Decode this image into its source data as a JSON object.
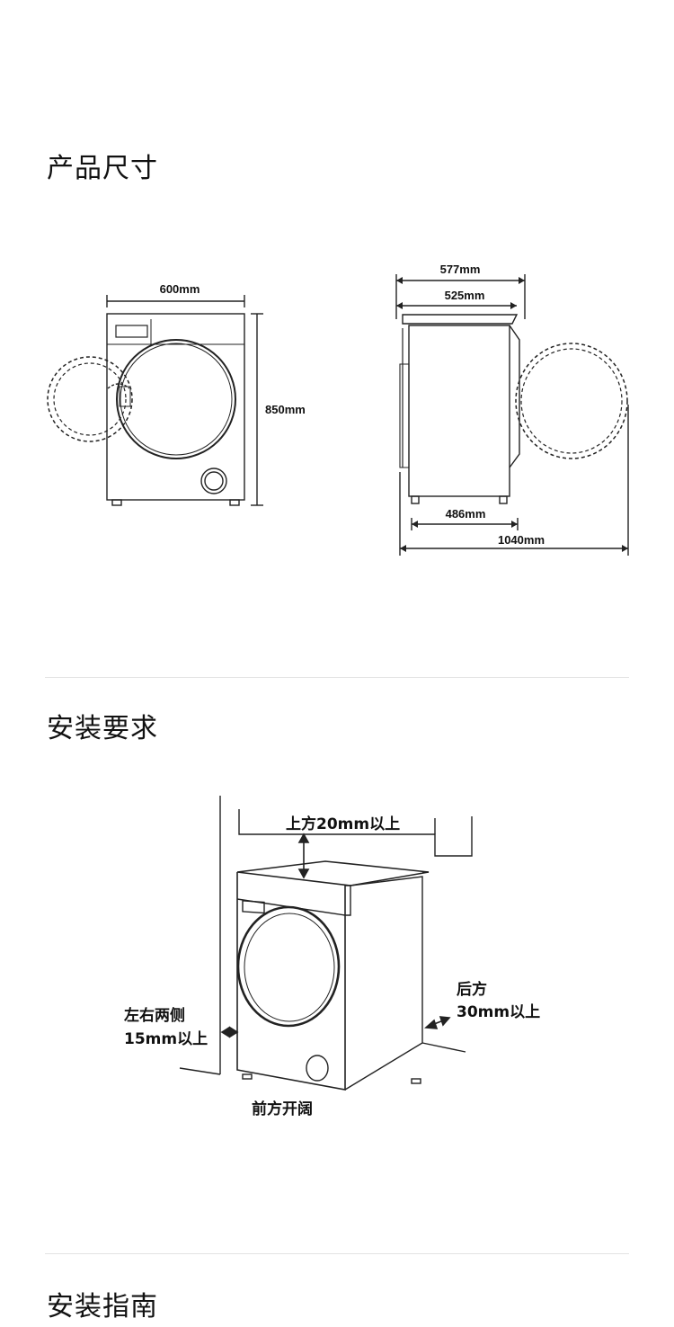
{
  "sections": {
    "dimensions": {
      "title": "产品尺寸"
    },
    "install_req": {
      "title": "安装要求"
    },
    "install_guide": {
      "title": "安装指南"
    }
  },
  "front_view": {
    "width_label": "600mm",
    "height_label": "850mm"
  },
  "side_view": {
    "top_outer_label": "577mm",
    "top_inner_label": "525mm",
    "base_label": "486mm",
    "total_depth_label": "1040mm"
  },
  "clearance": {
    "top": "上方20mm以上",
    "rear_line1": "后方",
    "rear_line2": "30mm以上",
    "sides_line1": "左右两侧",
    "sides_line2": "15mm以上",
    "front": "前方开阔"
  },
  "colors": {
    "line": "#222222",
    "divider": "#e3e3e3",
    "text": "#111111"
  }
}
